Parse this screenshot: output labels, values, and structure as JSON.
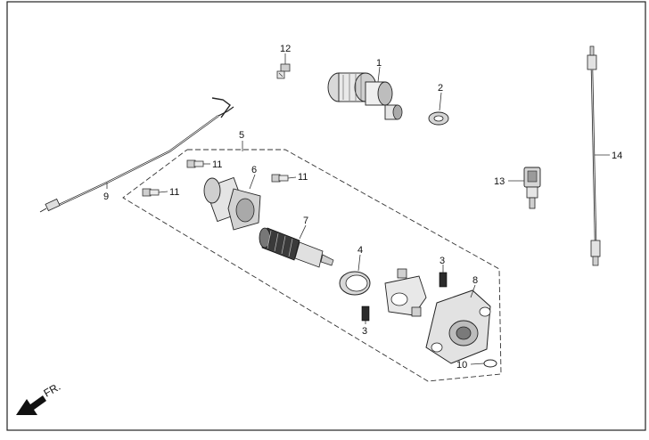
{
  "callouts": {
    "c1": "1",
    "c2": "2",
    "c3a": "3",
    "c3b": "3",
    "c4": "4",
    "c5": "5",
    "c6": "6",
    "c7": "7",
    "c8": "8",
    "c9": "9",
    "c10": "10",
    "c11a": "11",
    "c11b": "11",
    "c11c": "11",
    "c12": "12",
    "c13": "13",
    "c14": "14"
  },
  "direction": {
    "label": "FR."
  }
}
